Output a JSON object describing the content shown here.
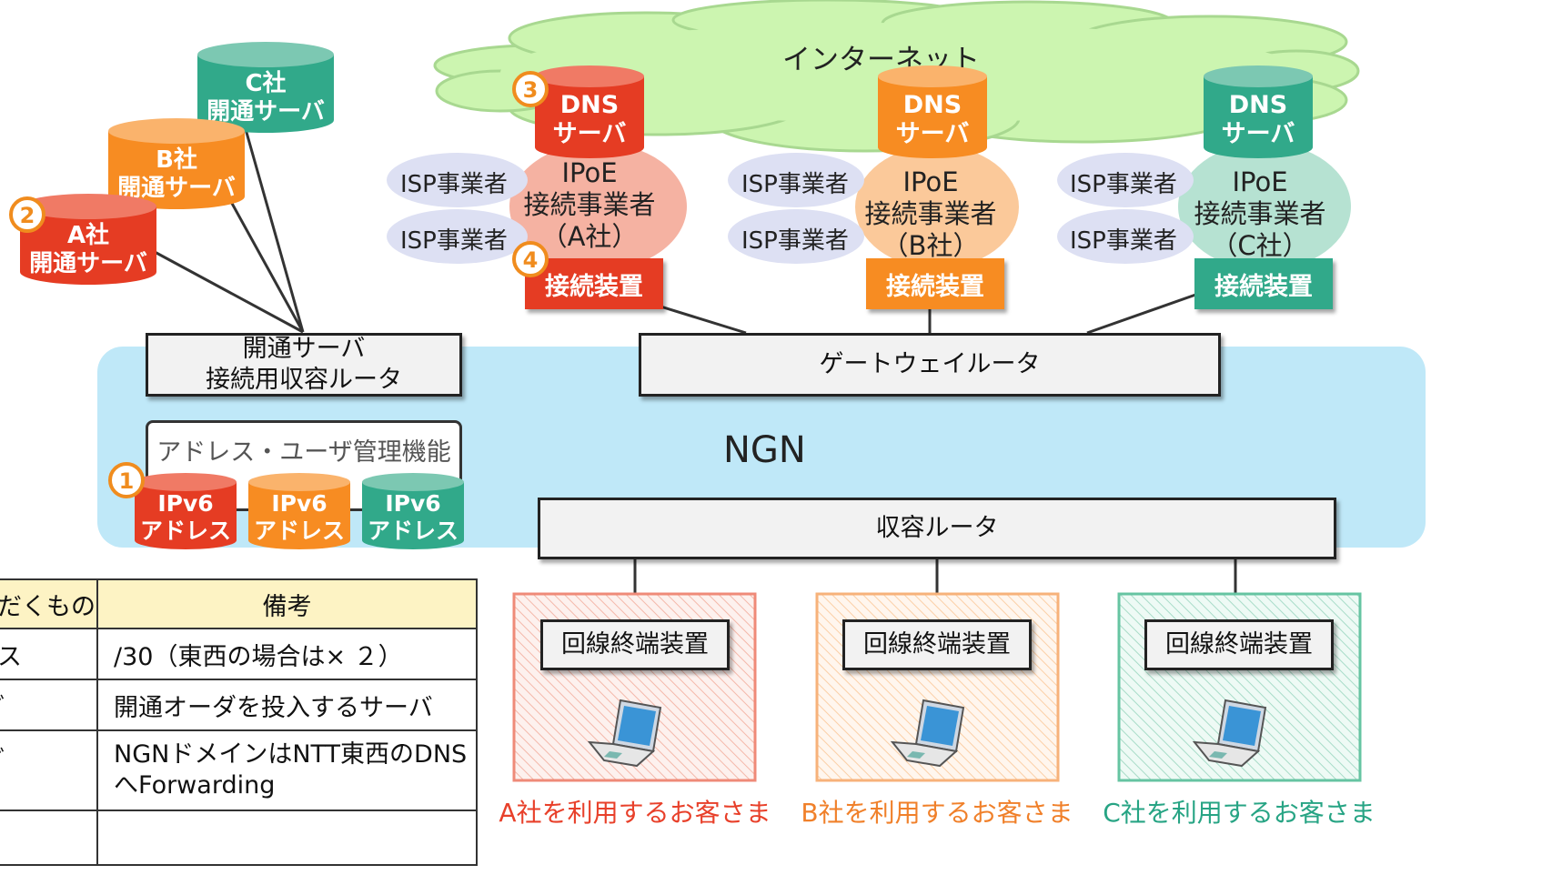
{
  "internet_label": "インターネット",
  "ngn_label": "NGN",
  "dns_servers": [
    {
      "line1": "DNS",
      "line2": "サーバ",
      "color": "#e53c23"
    },
    {
      "line1": "DNS",
      "line2": "サーバ",
      "color": "#f78c22"
    },
    {
      "line1": "DNS",
      "line2": "サーバ",
      "color": "#31a98a"
    }
  ],
  "ipoe_providers": [
    {
      "line1": "IPoE",
      "line2": "接続事業者",
      "line3": "（A社）",
      "bubble_color": "#f5b2a2",
      "isp1": "ISP事業者",
      "isp2": "ISP事業者",
      "connector": "接続装置",
      "connector_color": "#e53c23"
    },
    {
      "line1": "IPoE",
      "line2": "接続事業者",
      "line3": "（B社）",
      "bubble_color": "#fbc99a",
      "isp1": "ISP事業者",
      "isp2": "ISP事業者",
      "connector": "接続装置",
      "connector_color": "#f78c22"
    },
    {
      "line1": "IPoE",
      "line2": "接続事業者",
      "line3": "（C社）",
      "bubble_color": "#b6e2d2",
      "isp1": "ISP事業者",
      "isp2": "ISP事業者",
      "connector": "接続装置",
      "connector_color": "#31a98a"
    }
  ],
  "provisioning_servers": [
    {
      "line1": "C社",
      "line2": "開通サーバ",
      "color": "#31a98a"
    },
    {
      "line1": "B社",
      "line2": "開通サーバ",
      "color": "#f78c22"
    },
    {
      "line1": "A社",
      "line2": "開通サーバ",
      "color": "#e53c23"
    }
  ],
  "prov_router": {
    "line1": "開通サーバ",
    "line2": "接続用収容ルータ"
  },
  "gateway_router": "ゲートウェイルータ",
  "address_mgmt": {
    "title": "アドレス・ユーザ管理機能",
    "items": [
      {
        "line1": "IPv6",
        "line2": "アドレス",
        "color": "#e53c23"
      },
      {
        "line1": "IPv6",
        "line2": "アドレス",
        "color": "#f78c22"
      },
      {
        "line1": "IPv6",
        "line2": "アドレス",
        "color": "#31a98a"
      }
    ]
  },
  "access_router": "収容ルータ",
  "step_badges": [
    "1",
    "2",
    "3",
    "4"
  ],
  "customers": [
    {
      "onu": "回線終端装置",
      "label": "A社を利用するお客さま",
      "color": "#e8402a"
    },
    {
      "onu": "回線終端装置",
      "label": "B社を利用するお客さま",
      "color": "#f0802a"
    },
    {
      "onu": "回線終端装置",
      "label": "C社を利用するお客さま",
      "color": "#27a484"
    }
  ],
  "table": {
    "header_left": "だくもの",
    "header_right": "備考",
    "rows": [
      {
        "left": "ス",
        "right_line1": "/30（東西の場合は× ２）",
        "right_line2": ""
      },
      {
        "left": "ﾞ",
        "right_line1": "開通オーダを投入するサーバ",
        "right_line2": ""
      },
      {
        "left": "ﾞ",
        "right_line1": "NGNドメインはNTT東西のDNS",
        "right_line2": "へForwarding"
      }
    ]
  },
  "colors": {
    "ngn_bg": "#bfe8f8",
    "cloud_fill": "#ccf5b0",
    "cloud_stroke": "#a8d890",
    "isp_bubble": "#dde0f3",
    "badge_ring": "#f08c1e",
    "table_header": "#fdf3c4"
  }
}
